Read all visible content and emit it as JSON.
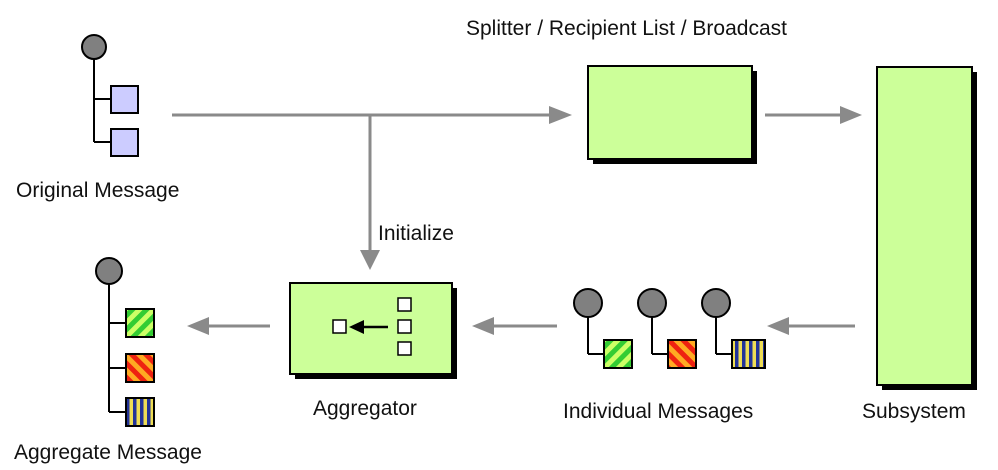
{
  "labels": {
    "top_title": "Splitter / Recipient List / Broadcast",
    "original_message": "Original Message",
    "initialize": "Initialize",
    "aggregator": "Aggregator",
    "individual_messages": "Individual Messages",
    "subsystem": "Subsystem",
    "aggregate_message": "Aggregate Message"
  },
  "colors": {
    "arrow": "#8a8a8a",
    "box_fill": "#ccff99",
    "box_stroke": "#000000",
    "message_node": "#808080",
    "blank_part": "#ccccff",
    "part_green": "#33cc33",
    "part_red": "#ee2211",
    "part_orange": "#ffaa22",
    "part_blue": "#223399",
    "part_yellow": "#eedd55"
  },
  "icons": {
    "original_message_parts": [
      "blank-part-icon",
      "blank-part-icon"
    ],
    "individual_message_parts": [
      "green-striped-part-icon",
      "red-striped-part-icon",
      "blue-striped-part-icon"
    ],
    "aggregate_message_parts": [
      "green-striped-part-icon",
      "red-striped-part-icon",
      "blue-striped-part-icon"
    ]
  }
}
